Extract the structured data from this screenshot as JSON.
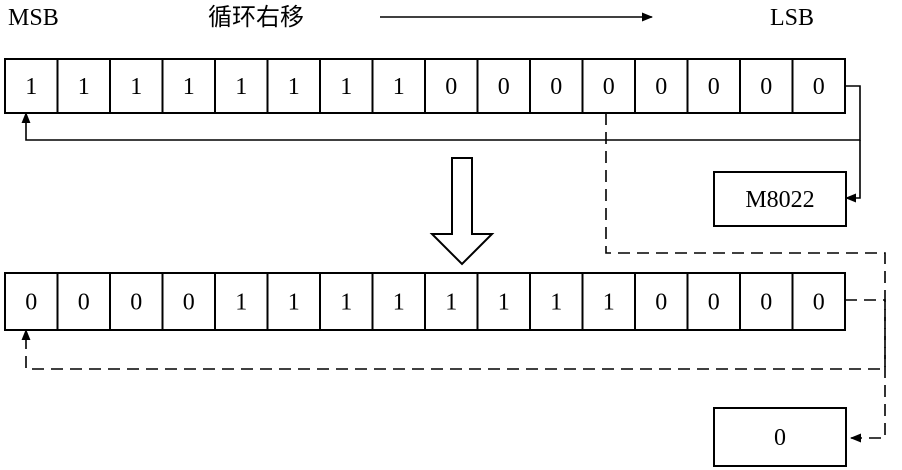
{
  "header": {
    "msb": "MSB",
    "title": "循环右移",
    "lsb": "LSB"
  },
  "register_before": [
    "1",
    "1",
    "1",
    "1",
    "1",
    "1",
    "1",
    "1",
    "0",
    "0",
    "0",
    "0",
    "0",
    "0",
    "0",
    "0"
  ],
  "register_after": [
    "0",
    "0",
    "0",
    "0",
    "1",
    "1",
    "1",
    "1",
    "1",
    "1",
    "1",
    "1",
    "0",
    "0",
    "0",
    "0"
  ],
  "flag_box_before": "M8022",
  "flag_box_after": "0"
}
